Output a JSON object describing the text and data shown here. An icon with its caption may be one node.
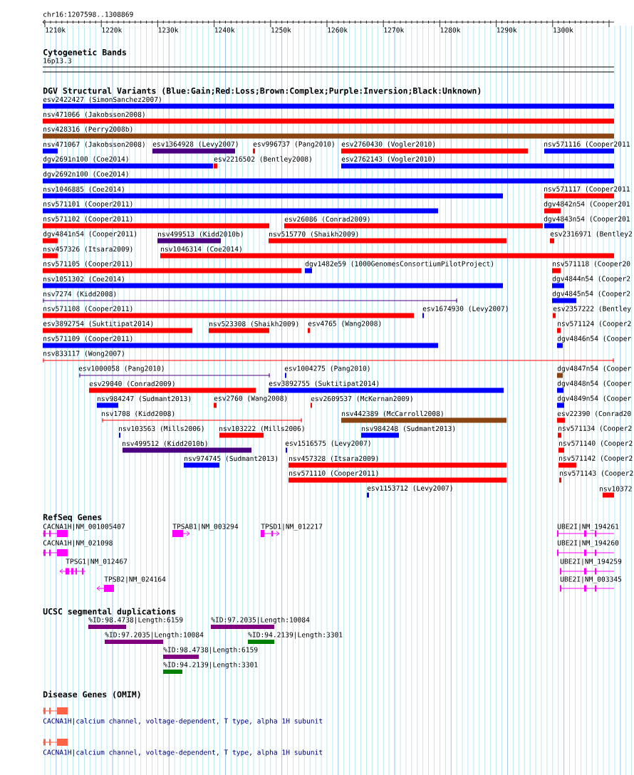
{
  "diagram": {
    "labels": [
      "chr16:1207598..1308869",
      "1210k",
      "1220k",
      "1230k",
      "1240k",
      "1250k",
      "1260k",
      "1270k",
      "1280k",
      "1290k",
      "1300k",
      "Cytogenetic Bands",
      "16p13.3",
      "DGV Structural Variants (Blue:Gain;Red:Loss;Brown:Complex;Purple:Inversion;Black:Unknown)",
      "esv2422427 (SimonSanchez2007)",
      "nsv471066 (Jakobsson2008)",
      "nsv428316 (Perry2008b)",
      "nsv471067 (Jakobsson2008)",
      "esv1364928 (Levy2007)",
      "esv996737 (Pang2010)",
      "esv2760430 (Vogler2010)",
      "nsv571116 (Cooper2011",
      "dgv2691n100 (Coe2014)",
      "esv2216502 (Bentley2008)",
      "esv2762143 (Vogler2010)",
      "dgv2692n100 (Coe2014)",
      "nsv1046885 (Coe2014)",
      "nsv571117 (Cooper2011",
      "nsv571101 (Cooper2011)",
      "dgv4842n54 (Cooper201",
      "nsv571102 (Cooper2011)",
      "esv26086 (Conrad2009)",
      "dgv4843n54 (Cooper201",
      "dgv4841n54 (Cooper2011)",
      "nsv499513 (Kidd2010b)",
      "nsv515770 (Shaikh2009)",
      "esv2316971 (Bentley2",
      "nsv457326 (Itsara2009)",
      "nsv1046314 (Coe2014)",
      "nsv571105 (Cooper2011)",
      "dgv1482e59 (1000GenomesConsortiumPilotProject)",
      "nsv571118 (Cooper20",
      "nsv1051302 (Coe2014)",
      "dgv4844n54 (Cooper2",
      "nsv7274 (Kidd2008)",
      "dgv4845n54 (Cooper2",
      "nsv571108 (Cooper2011)",
      "esv1674930 (Levy2007)",
      "esv2357222 (Bentley",
      "esv3892754 (Suktitipat2014)",
      "nsv523308 (Shaikh2009)",
      "esv4765 (Wang2008)",
      "nsv571124 (Cooper2",
      "nsv571109 (Cooper2011)",
      "dgv4846n54 (Cooper",
      "nsv833117 (Wong2007)",
      "esv1000058 (Pang2010)",
      "esv1004275 (Pang2010)",
      "dgv4847n54 (Cooper",
      "esv29040 (Conrad2009)",
      "esv3892755 (Suktitipat2014)",
      "dgv4848n54 (Cooper",
      "nsv984247 (Sudmant2013)",
      "esv2760 (Wang2008)",
      "esv2609537 (McKernan2009)",
      "dgv4849n54 (Cooper",
      "nsv1708 (Kidd2008)",
      "nsv442389 (McCarroll2008)",
      "esv22390 (Conrad20",
      "nsv103563 (Mills2006)",
      "nsv103222 (Mills2006)",
      "nsv984248 (Sudmant2013)",
      "nsv571134 (Cooper2",
      "nsv499512 (Kidd2010b)",
      "esv1516575 (Levy2007)",
      "nsv571140 (Cooper2",
      "nsv974745 (Sudmant2013)",
      "nsv457328 (Itsara2009)",
      "nsv571142 (Cooper2",
      "nsv571110 (Cooper2011)",
      "nsv571143 (Cooper2",
      "esv1153712 (Levy2007)",
      "nsv10372",
      "RefSeq Genes",
      "CACNA1H|NM_001005407",
      "TPSAB1|NM_003294",
      "TPSD1|NM_012217",
      "UBE2I|NM_194261",
      "CACNA1H|NM_021098",
      "UBE2I|NM_194260",
      "TPSG1|NM_012467",
      "UBE2I|NM_194259",
      "TPSB2|NM_024164",
      "UBE2I|NM_003345",
      "UCSC segmental duplications",
      "%ID:98.4738|Length:6159",
      "%ID:97.2035|Length:10084",
      "%ID:97.2035|Length:10084",
      "%ID:94.2139|Length:3301",
      "%ID:98.4738|Length:6159",
      "%ID:94.2139|Length:3301",
      "Disease Genes (OMIM)",
      "CACNA1H|calcium channel, voltage-dependent, T type, alpha 1H subunit",
      "CACNA1H|calcium channel, voltage-dependent, T type, alpha 1H subunit"
    ]
  }
}
